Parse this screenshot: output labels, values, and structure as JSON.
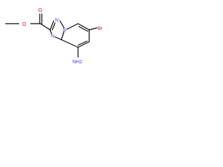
{
  "molecule": {
    "atoms": {
      "o_carbonyl": "O",
      "o_ester": "O",
      "n_triazole_3": "N",
      "n_triazole_1": "N",
      "n_bridge": "N",
      "br": "Br",
      "amine_label": "NH2"
    },
    "colors": {
      "oxygen": "#e00000",
      "nitrogen": "#3a3aff",
      "bromine": "#a52a2a",
      "bond": "#000000"
    }
  }
}
